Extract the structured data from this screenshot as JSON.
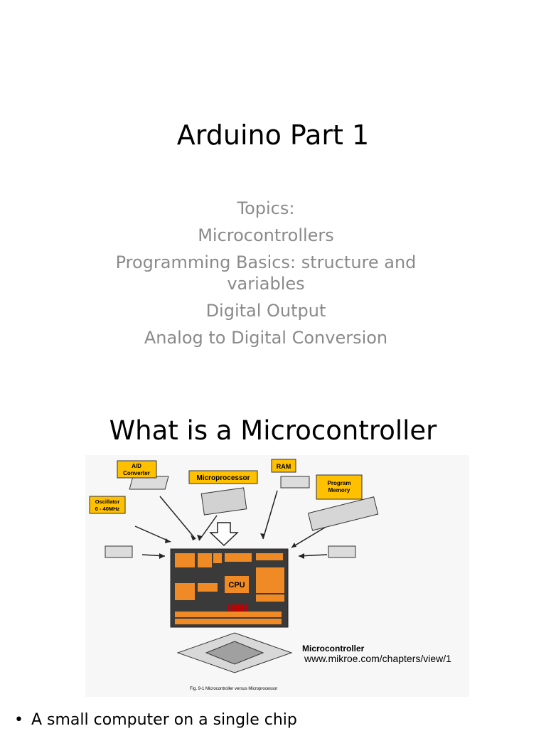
{
  "slide1": {
    "title": "Arduino Part 1",
    "topics": [
      "Topics:",
      "Microcontrollers",
      "Programming Basics: structure and variables",
      "Digital Output",
      "Analog to Digital Conversion"
    ]
  },
  "slide2": {
    "title": "What is a Microcontroller",
    "figure": {
      "labels": {
        "ad_converter": "A/D Converter",
        "microprocessor": "Microprocessor",
        "ram": "RAM",
        "program_memory": "Program Memory",
        "oscillator": "Oscillator 0 - 40MHz",
        "cpu": "CPU",
        "microcontroller": "Microcontroller",
        "fig_caption": "Fig. 9-1 Microcontroller versus Microprocessor"
      },
      "source_url": "www.mikroe.com/chapters/view/1"
    },
    "bullets": [
      "A small computer on a single chip"
    ],
    "bullet_glyph": "•"
  },
  "colors": {
    "topics_gray": "#8a8a8a",
    "label_yellow": "#ffc000",
    "chip_orange": "#f08a24",
    "chip_dark": "#3a3a3a"
  }
}
